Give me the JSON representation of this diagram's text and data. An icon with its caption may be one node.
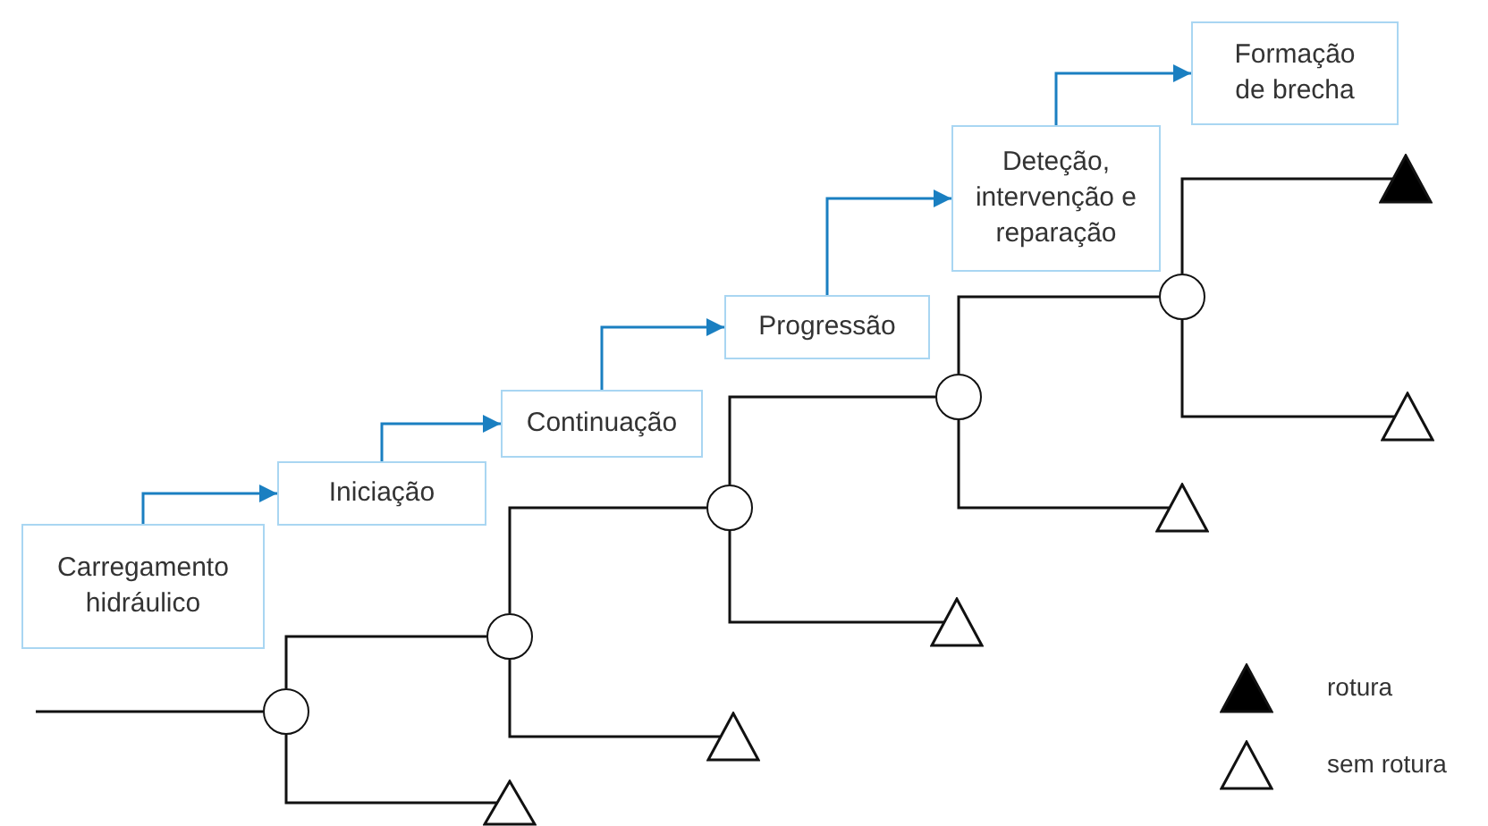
{
  "diagram": {
    "nodes": [
      {
        "text": [
          "Carregamento hidráulico"
        ]
      },
      {
        "text": [
          "Iniciação"
        ]
      },
      {
        "text": [
          "Continuação"
        ]
      },
      {
        "text": [
          "Progressão"
        ]
      },
      {
        "text": [
          "Deteção, intervenção e reparação"
        ]
      },
      {
        "text": [
          "Formação de brecha"
        ]
      },
      {
        "text": [],
        "shape": "circle"
      },
      {
        "text": [],
        "shape": "circle"
      },
      {
        "text": [],
        "shape": "circle"
      },
      {
        "text": [],
        "shape": "circle"
      },
      {
        "text": [],
        "shape": "circle"
      },
      {
        "text": [],
        "shape": "triangle"
      },
      {
        "text": [],
        "shape": "triangle"
      },
      {
        "text": [],
        "shape": "triangle"
      },
      {
        "text": [],
        "shape": "triangle"
      },
      {
        "text": [],
        "shape": "triangle"
      },
      {
        "text": [],
        "shape": "triangle"
      }
    ],
    "edges": [
      {
        "from": 0,
        "to": 1,
        "arrow": "to",
        "color": "#1a7fc1"
      },
      {
        "from": 1,
        "to": 2,
        "arrow": "to",
        "color": "#1a7fc1"
      },
      {
        "from": 2,
        "to": 3,
        "arrow": "to",
        "color": "#1a7fc1"
      },
      {
        "from": 3,
        "to": 4,
        "arrow": "to",
        "color": "#1a7fc1"
      },
      {
        "from": 4,
        "to": 5,
        "arrow": "to",
        "color": "#1a7fc1"
      },
      {
        "from": null,
        "to": 6,
        "arrow": "none"
      },
      {
        "from": 6,
        "to": 7,
        "arrow": "none"
      },
      {
        "from": 6,
        "to": 11,
        "arrow": "none"
      },
      {
        "from": 7,
        "to": 8,
        "arrow": "none"
      },
      {
        "from": 7,
        "to": 12,
        "arrow": "none"
      },
      {
        "from": 8,
        "to": 9,
        "arrow": "none"
      },
      {
        "from": 8,
        "to": 13,
        "arrow": "none"
      },
      {
        "from": 9,
        "to": 10,
        "arrow": "none"
      },
      {
        "from": 9,
        "to": 14,
        "arrow": "none"
      },
      {
        "from": 10,
        "to": 15,
        "arrow": "none"
      },
      {
        "from": 10,
        "to": 16,
        "arrow": "none"
      }
    ],
    "legend": [
      {
        "text": "rotura"
      },
      {
        "text": "sem rotura"
      }
    ]
  }
}
